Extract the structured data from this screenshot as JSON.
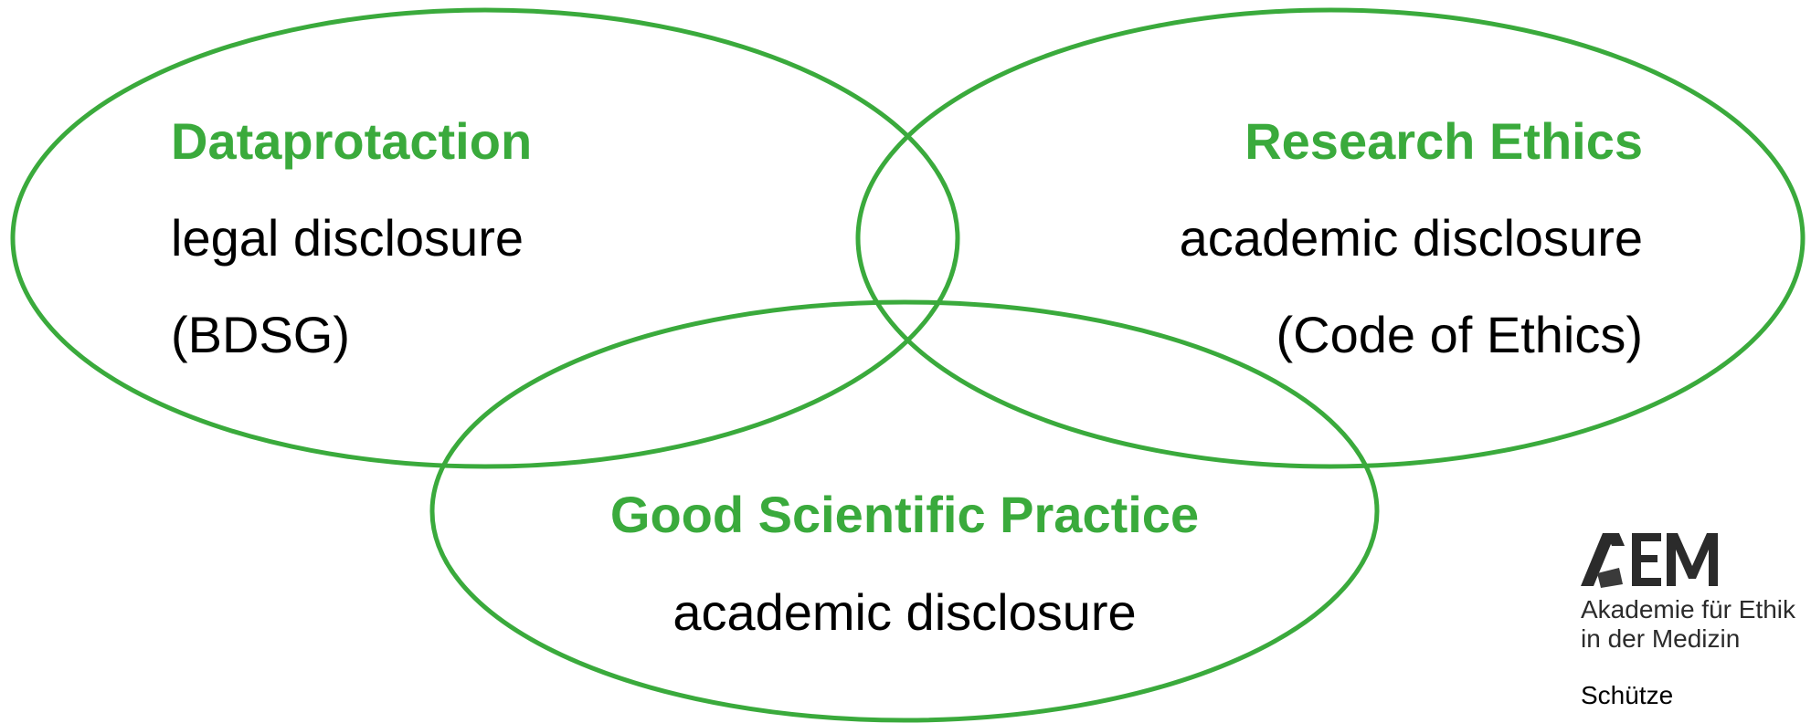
{
  "colors": {
    "accent": "#3aaa3c",
    "text": "#000000"
  },
  "circles": {
    "dataprotection": {
      "title": "Dataprotaction",
      "line1": "legal disclosure",
      "line2": "(BDSG)"
    },
    "research_ethics": {
      "title": "Research Ethics",
      "line1": "academic disclosure",
      "line2": "(Code of Ethics)"
    },
    "good_practice": {
      "title": "Good Scientific Practice",
      "line1": "academic disclosure"
    }
  },
  "logo": {
    "acronym": "AEM",
    "name_line1": "Akademie für Ethik",
    "name_line2": "in der Medizin",
    "author": "Schütze"
  }
}
